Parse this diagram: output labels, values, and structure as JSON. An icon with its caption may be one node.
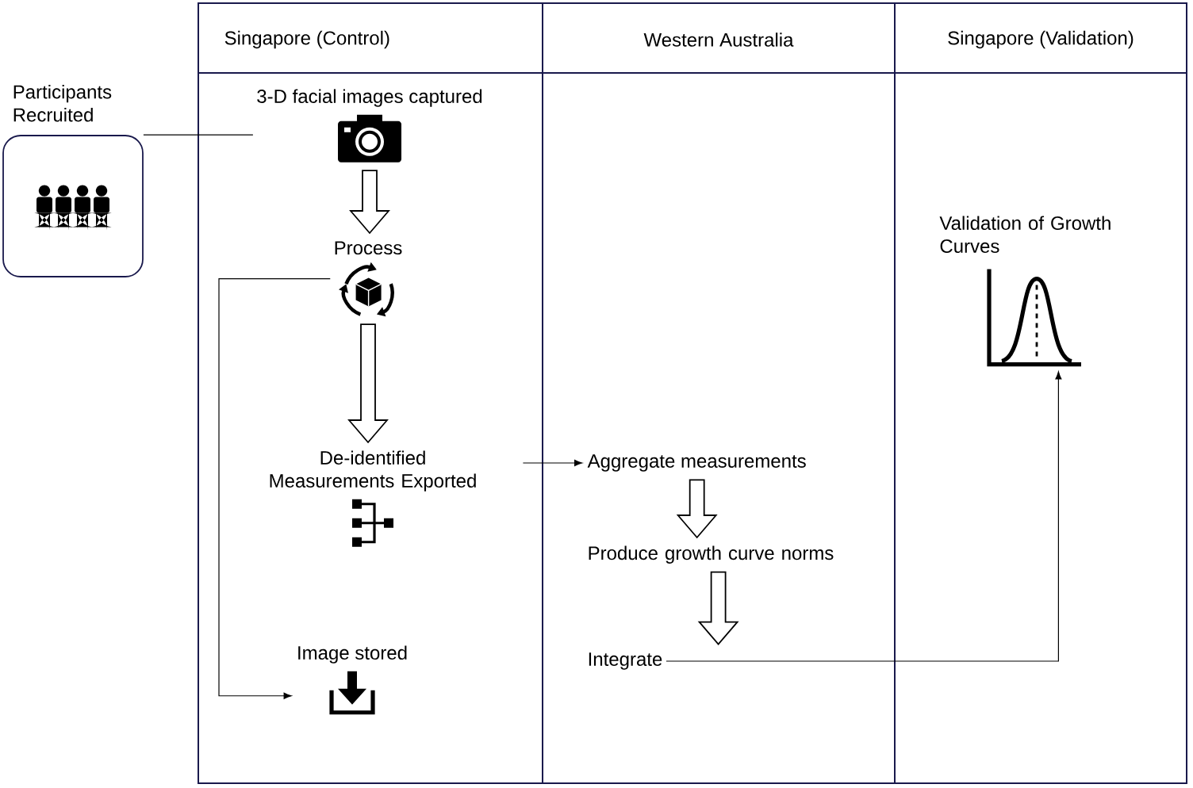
{
  "diagram": {
    "nodes": [
      {
        "text": [
          "Participants Recruited"
        ]
      },
      {
        "text": [
          "3-D facial images captured"
        ]
      },
      {
        "text": [
          "Process"
        ]
      },
      {
        "text": [
          "De-identified Measurements Exported"
        ]
      },
      {
        "text": [
          "Image stored"
        ]
      },
      {
        "text": [
          "Aggregate measurements"
        ]
      },
      {
        "text": [
          "Produce growth curve norms"
        ]
      },
      {
        "text": [
          "Integrate"
        ]
      },
      {
        "text": [
          "Validation of Growth Curves"
        ]
      }
    ],
    "edges": [
      {
        "from": 0,
        "to": 1,
        "arrow": "none"
      },
      {
        "from": 1,
        "to": 2,
        "arrow": "to",
        "style": "thick"
      },
      {
        "from": 2,
        "to": 3,
        "arrow": "to",
        "style": "thick"
      },
      {
        "from": 2,
        "to": 4,
        "arrow": "to"
      },
      {
        "from": 3,
        "to": 5,
        "arrow": "to"
      },
      {
        "from": 5,
        "to": 6,
        "arrow": "to",
        "style": "thick"
      },
      {
        "from": 6,
        "to": 7,
        "arrow": "to",
        "style": "thick"
      },
      {
        "from": 7,
        "to": 8,
        "arrow": "to"
      }
    ],
    "labels": [
      "Singapore (Control)",
      "Western Australia",
      "Singapore (Validation)"
    ]
  }
}
